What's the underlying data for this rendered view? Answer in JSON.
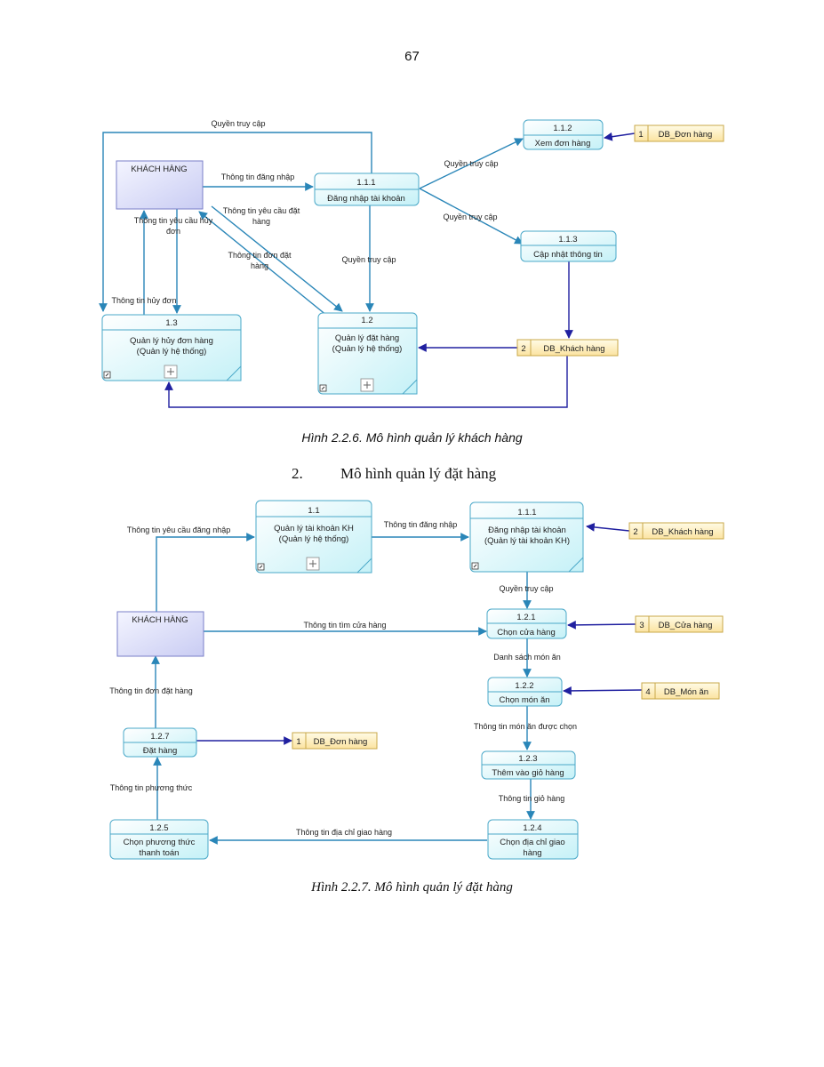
{
  "page_number": "67",
  "diagram1": {
    "entity": "KHÁCH HÀNG",
    "processes": [
      {
        "id": "1.1.2",
        "name": [
          "Xem đơn hàng"
        ]
      },
      {
        "id": "1.1.1",
        "name": [
          "Đăng nhập tài khoản"
        ]
      },
      {
        "id": "1.1.3",
        "name": [
          "Cập nhật thông tin"
        ]
      },
      {
        "id": "1.3",
        "name": [
          "Quản lý hủy đơn hàng",
          "(Quản lý hệ thống)"
        ]
      },
      {
        "id": "1.2",
        "name": [
          "Quản lý đặt hàng",
          "(Quản lý hệ thống)"
        ]
      }
    ],
    "stores": [
      {
        "num": "1",
        "name": "DB_Đơn hàng"
      },
      {
        "num": "2",
        "name": "DB_Khách hàng"
      }
    ],
    "labels": {
      "quyen_top": "Quyền truy cập",
      "tt_dang_nhap": "Thông tin đăng nhập",
      "tt_yc_huy_1": "Thông tin yêu cầu hủy",
      "tt_yc_huy_2": "đơn",
      "tt_yc_dat_1": "Thông tin yêu cầu đặt",
      "tt_yc_dat_2": "hàng",
      "tt_don_dat_1": "Thông tin đơn đặt",
      "tt_don_dat_2": "hàng",
      "quyen_mid": "Quyền truy cập",
      "quyen_right1": "Quyền truy cập",
      "quyen_right2": "Quyền truy cập",
      "tt_huy_don": "Thông tin hủy đơn"
    },
    "caption": "Hình 2.2.6. Mô hình quản lý khách hàng"
  },
  "heading": {
    "number": "2.",
    "text": "Mô hình quản lý đặt hàng"
  },
  "diagram2": {
    "entity": "KHÁCH HÀNG",
    "processes": [
      {
        "id": "1.1",
        "name": [
          "Quản lý tài khoản KH",
          "(Quản lý hệ thống)"
        ]
      },
      {
        "id": "1.1.1",
        "name": [
          "Đăng nhập tài khoản",
          "(Quản lý tài khoản KH)"
        ]
      },
      {
        "id": "1.2.1",
        "name": [
          "Chọn cửa hàng"
        ]
      },
      {
        "id": "1.2.2",
        "name": [
          "Chọn món ăn"
        ]
      },
      {
        "id": "1.2.3",
        "name": [
          "Thêm vào giỏ hàng"
        ]
      },
      {
        "id": "1.2.4",
        "name": [
          "Chọn địa chỉ giao",
          "hàng"
        ]
      },
      {
        "id": "1.2.5",
        "name": [
          "Chọn phương thức",
          "thanh toán"
        ]
      },
      {
        "id": "1.2.7",
        "name": [
          "Đặt hàng"
        ]
      }
    ],
    "stores": [
      {
        "num": "2",
        "name": "DB_Khách hàng"
      },
      {
        "num": "3",
        "name": "DB_Cửa hàng"
      },
      {
        "num": "4",
        "name": "DB_Món ăn"
      },
      {
        "num": "1",
        "name": "DB_Đơn hàng"
      }
    ],
    "labels": {
      "tt_yc_dn": "Thông tin yêu cầu đăng nhập",
      "tt_dn": "Thông tin đăng nhập",
      "quyen": "Quyền truy cập",
      "tt_tim_ch": "Thông tin tìm cửa hàng",
      "ds_mon": "Danh sách món ăn",
      "tt_mon_chon": "Thông tin món ăn được chọn",
      "tt_gio": "Thông tin giỏ hàng",
      "tt_dia_chi": "Thông tin địa chỉ giao hàng",
      "tt_pt": "Thông tin phương thức",
      "tt_don_dat": "Thông tin đơn đặt hàng"
    },
    "caption": "Hình 2.2.7. Mô hình quản lý đặt hàng"
  }
}
